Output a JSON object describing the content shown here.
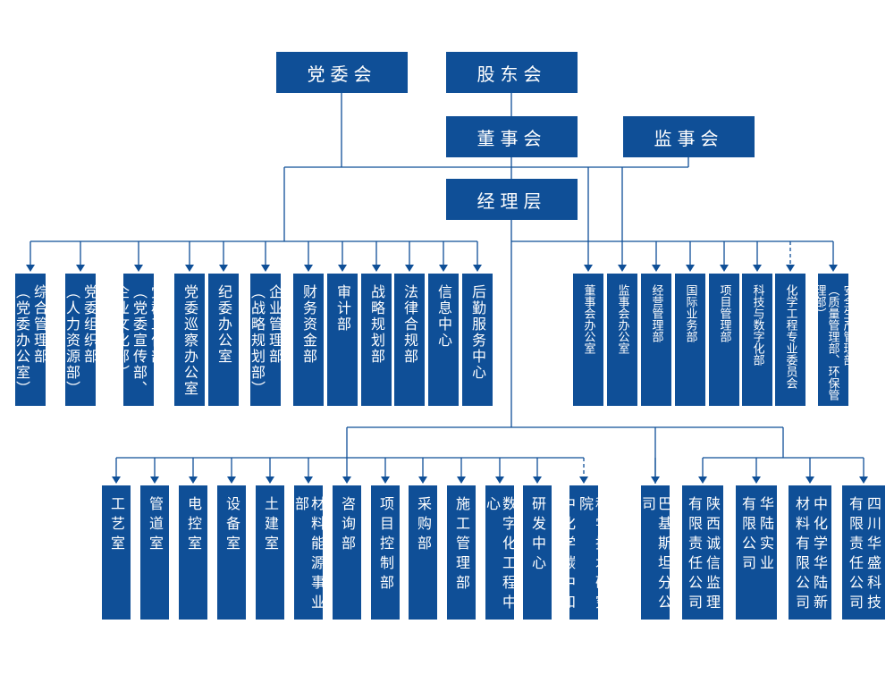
{
  "diagram": {
    "colors": {
      "box": "#0f4f97",
      "line": "#0f4f97",
      "text": "#ffffff"
    },
    "top": {
      "party": "党委会",
      "shareholders": "股东会",
      "board": "董事会",
      "supervisors": "监事会",
      "management": "经理层"
    },
    "left_departments": [
      {
        "lines": [
          "综合管理部",
          "（党委办公室）"
        ]
      },
      {
        "lines": [
          "党委组织部",
          "（人力资源部）"
        ]
      },
      {
        "lines": [
          "党群工作部",
          "（党委宣传部、",
          "企业文化部）"
        ]
      },
      {
        "lines": [
          "党委巡察办公室"
        ]
      },
      {
        "lines": [
          "纪委办公室"
        ]
      },
      {
        "lines": [
          "企业管理部",
          "（战略规划部）"
        ]
      },
      {
        "lines": [
          "财务资金部"
        ]
      },
      {
        "lines": [
          "审计部"
        ]
      },
      {
        "lines": [
          "战略规划部"
        ]
      },
      {
        "lines": [
          "法律合规部"
        ]
      },
      {
        "lines": [
          "信息中心"
        ]
      },
      {
        "lines": [
          "后勤服务中心"
        ]
      }
    ],
    "right_departments": [
      {
        "lines": [
          "董事会办公室"
        ]
      },
      {
        "lines": [
          "监事会办公室"
        ]
      },
      {
        "lines": [
          "经营管理部"
        ]
      },
      {
        "lines": [
          "国际业务部"
        ]
      },
      {
        "lines": [
          "项目管理部"
        ]
      },
      {
        "lines": [
          "科技与数字化部"
        ]
      },
      {
        "lines": [
          "化学工程专业委员会"
        ]
      },
      {
        "lines": [
          "安全生产管理部",
          "（质量管理部、环保管理部）"
        ]
      }
    ],
    "bottom_units": [
      {
        "lines": [
          "工艺室"
        ]
      },
      {
        "lines": [
          "管道室"
        ]
      },
      {
        "lines": [
          "电控室"
        ]
      },
      {
        "lines": [
          "设备室"
        ]
      },
      {
        "lines": [
          "土建室"
        ]
      },
      {
        "lines": [
          "材料能源事业部"
        ]
      },
      {
        "lines": [
          "咨询部"
        ]
      },
      {
        "lines": [
          "项目控制部"
        ]
      },
      {
        "lines": [
          "采购部"
        ]
      },
      {
        "lines": [
          "施工管理部"
        ]
      },
      {
        "lines": [
          "数字化工程中心"
        ]
      },
      {
        "lines": [
          "研发中心"
        ]
      },
      {
        "lines": [
          "科学技术研究院",
          "中化学碳中和"
        ]
      }
    ],
    "companies": [
      {
        "lines": [
          "巴基斯坦分公司"
        ]
      },
      {
        "lines": [
          "陕西诚信监理",
          "有限责任公司"
        ]
      },
      {
        "lines": [
          "华陆实业",
          "有限公司"
        ]
      },
      {
        "lines": [
          "中化学华陆新",
          "材料有限公司"
        ]
      },
      {
        "lines": [
          "四川华盛科技",
          "有限责任公司"
        ]
      }
    ]
  }
}
